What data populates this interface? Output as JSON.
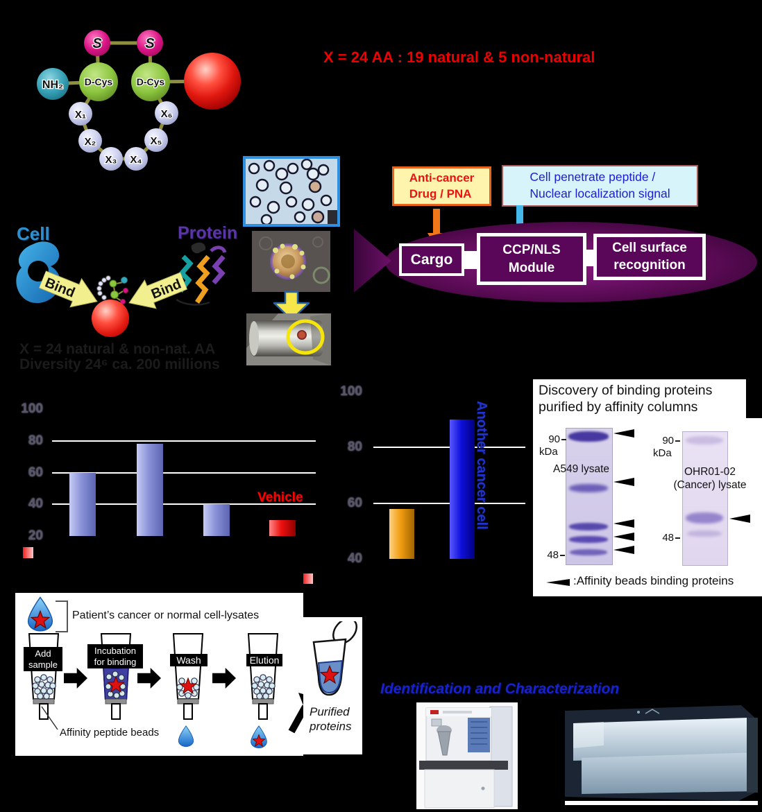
{
  "colors": {
    "background": "#000000",
    "headline_red": "#ee0000",
    "cell_blue": "#2f8fce",
    "protein_purple": "#5a35a5",
    "bind_yellow": "#f2ef8f",
    "fish_purple": "#6a0d66",
    "module_box_purple": "#5a075a",
    "anticancer_bg": "#fff4ad",
    "anticancer_border": "#e8641c",
    "anticancer_text": "#ee1111",
    "cpp_bg": "#d8f4fb",
    "cpp_border": "#aa5a5a",
    "cpp_text": "#1c1cd8",
    "identification_blue": "#1822cc",
    "vehicle_red": "#ff0000",
    "another_cell_blue": "#2233cc"
  },
  "molecule": {
    "s_left": "S",
    "s_right": "S",
    "nh2": "NH₂",
    "dcys_left": "D-Cys",
    "dcys_right": "D-Cys",
    "x_units": [
      "X₁",
      "X₂",
      "X₃",
      "X₄",
      "X₅",
      "X₆"
    ]
  },
  "headline": "X = 24 AA : 19 natural & 5 non-natural",
  "faint_note": {
    "line1": "X = 24 natural & non-nat. AA",
    "line2": "Diversity 24⁶ ca. 200 millions"
  },
  "binding": {
    "cell_label": "Cell",
    "protein_label": "Protein",
    "bind_left": "Bind",
    "bind_right": "Bind"
  },
  "delivery": {
    "anticancer_box": "Anti-cancer\nDrug / PNA",
    "cpp_box": "Cell penetrate peptide /\nNuclear localization signal",
    "cargo_box": "Cargo",
    "module_box": "CCP/NLS\nModule",
    "recognition_box": "Cell surface\nrecognition"
  },
  "chart_data": [
    {
      "type": "bar",
      "title": "",
      "ylim": [
        20,
        100
      ],
      "yticks": [
        100,
        80,
        60,
        40,
        20
      ],
      "gridlines": [
        80,
        60,
        40
      ],
      "bars": [
        {
          "label": "",
          "value": 60,
          "gradient": [
            "#c6ccf4",
            "#8a92d8",
            "#5c64b2"
          ]
        },
        {
          "label": "",
          "value": 78,
          "gradient": [
            "#c6ccf4",
            "#8a92d8",
            "#5c64b2"
          ]
        },
        {
          "label": "",
          "value": 40,
          "gradient": [
            "#c6ccf4",
            "#8a92d8",
            "#5c64b2"
          ]
        },
        {
          "label": "Vehicle",
          "value": 30,
          "gradient": [
            "#ff8888",
            "#ee1010",
            "#8f0000"
          ]
        }
      ]
    },
    {
      "type": "bar",
      "title": "",
      "side_label": "Another cancer cell",
      "ylim": [
        40,
        100
      ],
      "yticks": [
        100,
        80,
        60,
        40
      ],
      "gridlines": [
        80,
        60
      ],
      "bars": [
        {
          "label": "",
          "value": 58,
          "gradient": [
            "#ffd080",
            "#f09c10",
            "#a06400"
          ]
        },
        {
          "label": "",
          "value": 90,
          "gradient": [
            "#5858ff",
            "#1010dd",
            "#000080"
          ]
        }
      ]
    }
  ],
  "gel_panel": {
    "title": "Discovery of binding proteins\npurified by affinity columns",
    "left_gel": {
      "label": "A549 lysate",
      "marker_top": "90",
      "unit": "kDa",
      "marker_bottom": "48",
      "arrowheads": 5
    },
    "right_gel": {
      "label": "OHR01-02\n(Cancer) lysate",
      "marker_top": "90",
      "unit": "kDa",
      "marker_bottom": "48",
      "arrowheads": 1
    },
    "legend": ":Affinity beads binding proteins"
  },
  "workflow": {
    "lysate_label": "Patient’s cancer or normal cell-lysates",
    "steps": [
      "Add\nsample",
      "Incubation\nfor binding",
      "Wash",
      "Elution"
    ],
    "beads_label": "Affinity peptide beads",
    "purified_label": "Purified\nproteins"
  },
  "identification_title": "Identification and Characterization"
}
